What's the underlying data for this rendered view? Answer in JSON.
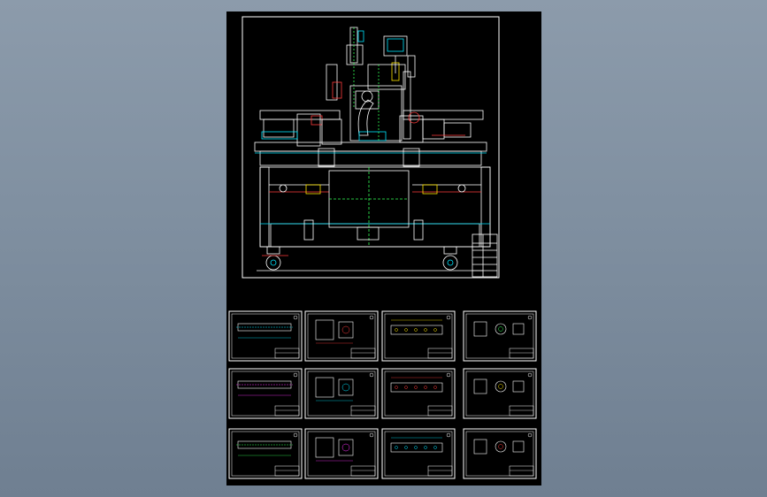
{
  "viewer": {
    "background_top": "#8c9bab",
    "background_bottom": "#6f7f91"
  },
  "sheet": {
    "background": "#000000"
  },
  "colors": {
    "frame": "#ffffff",
    "outline": "#ffffff",
    "detail_a": "#00e5ff",
    "detail_b": "#ff3b3b",
    "detail_c": "#ffe600",
    "detail_d": "#33ff55",
    "detail_e": "#ff33ff"
  },
  "main_drawing": {
    "view": "assembly-front-elevation",
    "components": [
      "control-panel",
      "vertical-column",
      "upper-carriage",
      "clamp-arm",
      "machine-bed",
      "base-frame",
      "center-housing",
      "caster-wheels",
      "title-block"
    ]
  },
  "thumbnails": {
    "rows": 3,
    "columns": 4,
    "count": 12
  }
}
